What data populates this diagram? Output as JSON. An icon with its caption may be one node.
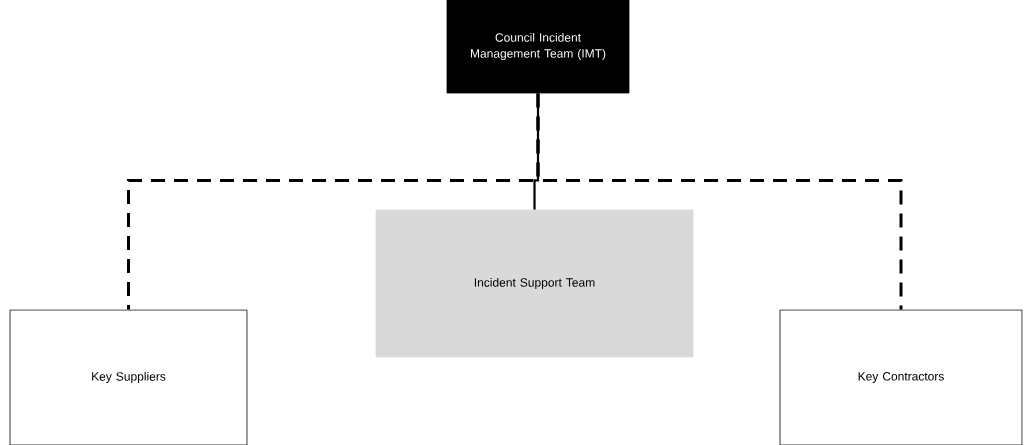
{
  "diagram": {
    "nodes": [
      {
        "text": [
          "Council Incident Management Team (IMT)"
        ]
      },
      {
        "text": [
          "Incident Support Team"
        ]
      },
      {
        "text": [
          "Key Suppliers"
        ]
      },
      {
        "text": [
          "Key Contractors"
        ]
      }
    ],
    "edges": [
      {
        "from": 0,
        "to": 1,
        "arrow": "none"
      },
      {
        "from": 0,
        "to": 2,
        "arrow": "none",
        "style": "dashed"
      },
      {
        "from": 0,
        "to": 3,
        "arrow": "none",
        "style": "dashed"
      }
    ]
  }
}
